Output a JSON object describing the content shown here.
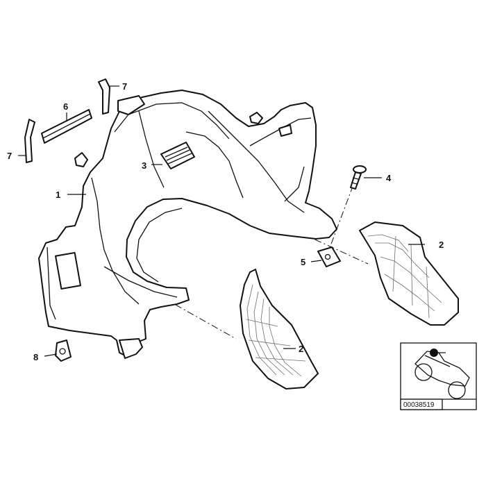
{
  "callouts": [
    {
      "id": "c1",
      "label": "1"
    },
    {
      "id": "c2a",
      "label": "2"
    },
    {
      "id": "c2b",
      "label": "2"
    },
    {
      "id": "c3",
      "label": "3"
    },
    {
      "id": "c4",
      "label": "4"
    },
    {
      "id": "c5",
      "label": "5"
    },
    {
      "id": "c6",
      "label": "6"
    },
    {
      "id": "c7a",
      "label": "7"
    },
    {
      "id": "c7b",
      "label": "7"
    },
    {
      "id": "c8",
      "label": "8"
    }
  ],
  "reference_number": "00038519",
  "colors": {
    "line": "#111111",
    "hatch": "#6b6b6b",
    "background": "#ffffff"
  }
}
